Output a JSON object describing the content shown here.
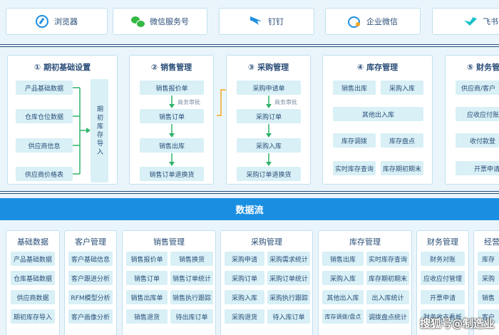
{
  "platforms": [
    "浏览器",
    "微信服务号",
    "钉钉",
    "企业微信",
    "飞书"
  ],
  "modules": {
    "m1": {
      "title": "① 期初基础设置",
      "items": [
        "产品基础数据",
        "仓库仓位数据",
        "供应商信息",
        "供应商价格表"
      ],
      "side": "期初库存导入"
    },
    "m2": {
      "title": "② 销售管理",
      "items": [
        "销售报价单",
        "销售订单",
        "销售出库",
        "销售订单退换货"
      ],
      "note": "商务审批"
    },
    "m3": {
      "title": "③ 采购管理",
      "items": [
        "采购申请单",
        "采购订单",
        "采购入库",
        "采购订单退换货"
      ],
      "note": "商务审批"
    },
    "m4": {
      "title": "④ 库存管理",
      "items": [
        "销售出库",
        "采购入库",
        "其他出入库",
        "库存调拨",
        "库存盘点",
        "实时库存查询",
        "库存期初期末"
      ]
    },
    "m5": {
      "title": "⑤ 财务管",
      "items": [
        "供应商/客户",
        "应收应付账",
        "收付款登",
        "开票申请"
      ]
    }
  },
  "dataflow": "数据流",
  "panels": {
    "basic": {
      "title": "基础数据",
      "items": [
        "产品基础数据",
        "仓库基础数据",
        "供应商数据",
        "期初库存导入"
      ]
    },
    "customer": {
      "title": "客户管理",
      "items": [
        "客户基础信息",
        "客户跟进分析",
        "RFM模型分析",
        "客户画像分析"
      ]
    },
    "sales": {
      "title": "销售管理",
      "items": [
        "销售报价单",
        "销售换货",
        "销售订单",
        "销售订单统计",
        "销售出库单",
        "销售执行跟踪",
        "销售退货",
        "待出库订单"
      ]
    },
    "purchase": {
      "title": "采购管理",
      "items": [
        "采购申请",
        "采购需求统计",
        "采购订单",
        "采购订单统计",
        "采购入库",
        "采购执行跟踪",
        "采购退货",
        "待入库订单"
      ]
    },
    "inventory": {
      "title": "库存管理",
      "items": [
        "销售出库",
        "实时库存查询",
        "采购入库",
        "库存期初期末",
        "其他出入库",
        "出入库统计",
        "库存调拨/盘点",
        "调拨盘点统计"
      ]
    },
    "finance": {
      "title": "财务管理",
      "items": [
        "财务对账",
        "应收应付管理",
        "开票申请",
        "财务收支看板"
      ]
    },
    "ops": {
      "title": "经营",
      "items": [
        "库存",
        "采购",
        "销售",
        "客户"
      ]
    }
  },
  "watermark": "搜狐号@制造业",
  "colors": {
    "accent": "#1a8fe2",
    "box": "#d8f0f6",
    "arrow": "#2fb36b",
    "orange": "#f5a623"
  }
}
